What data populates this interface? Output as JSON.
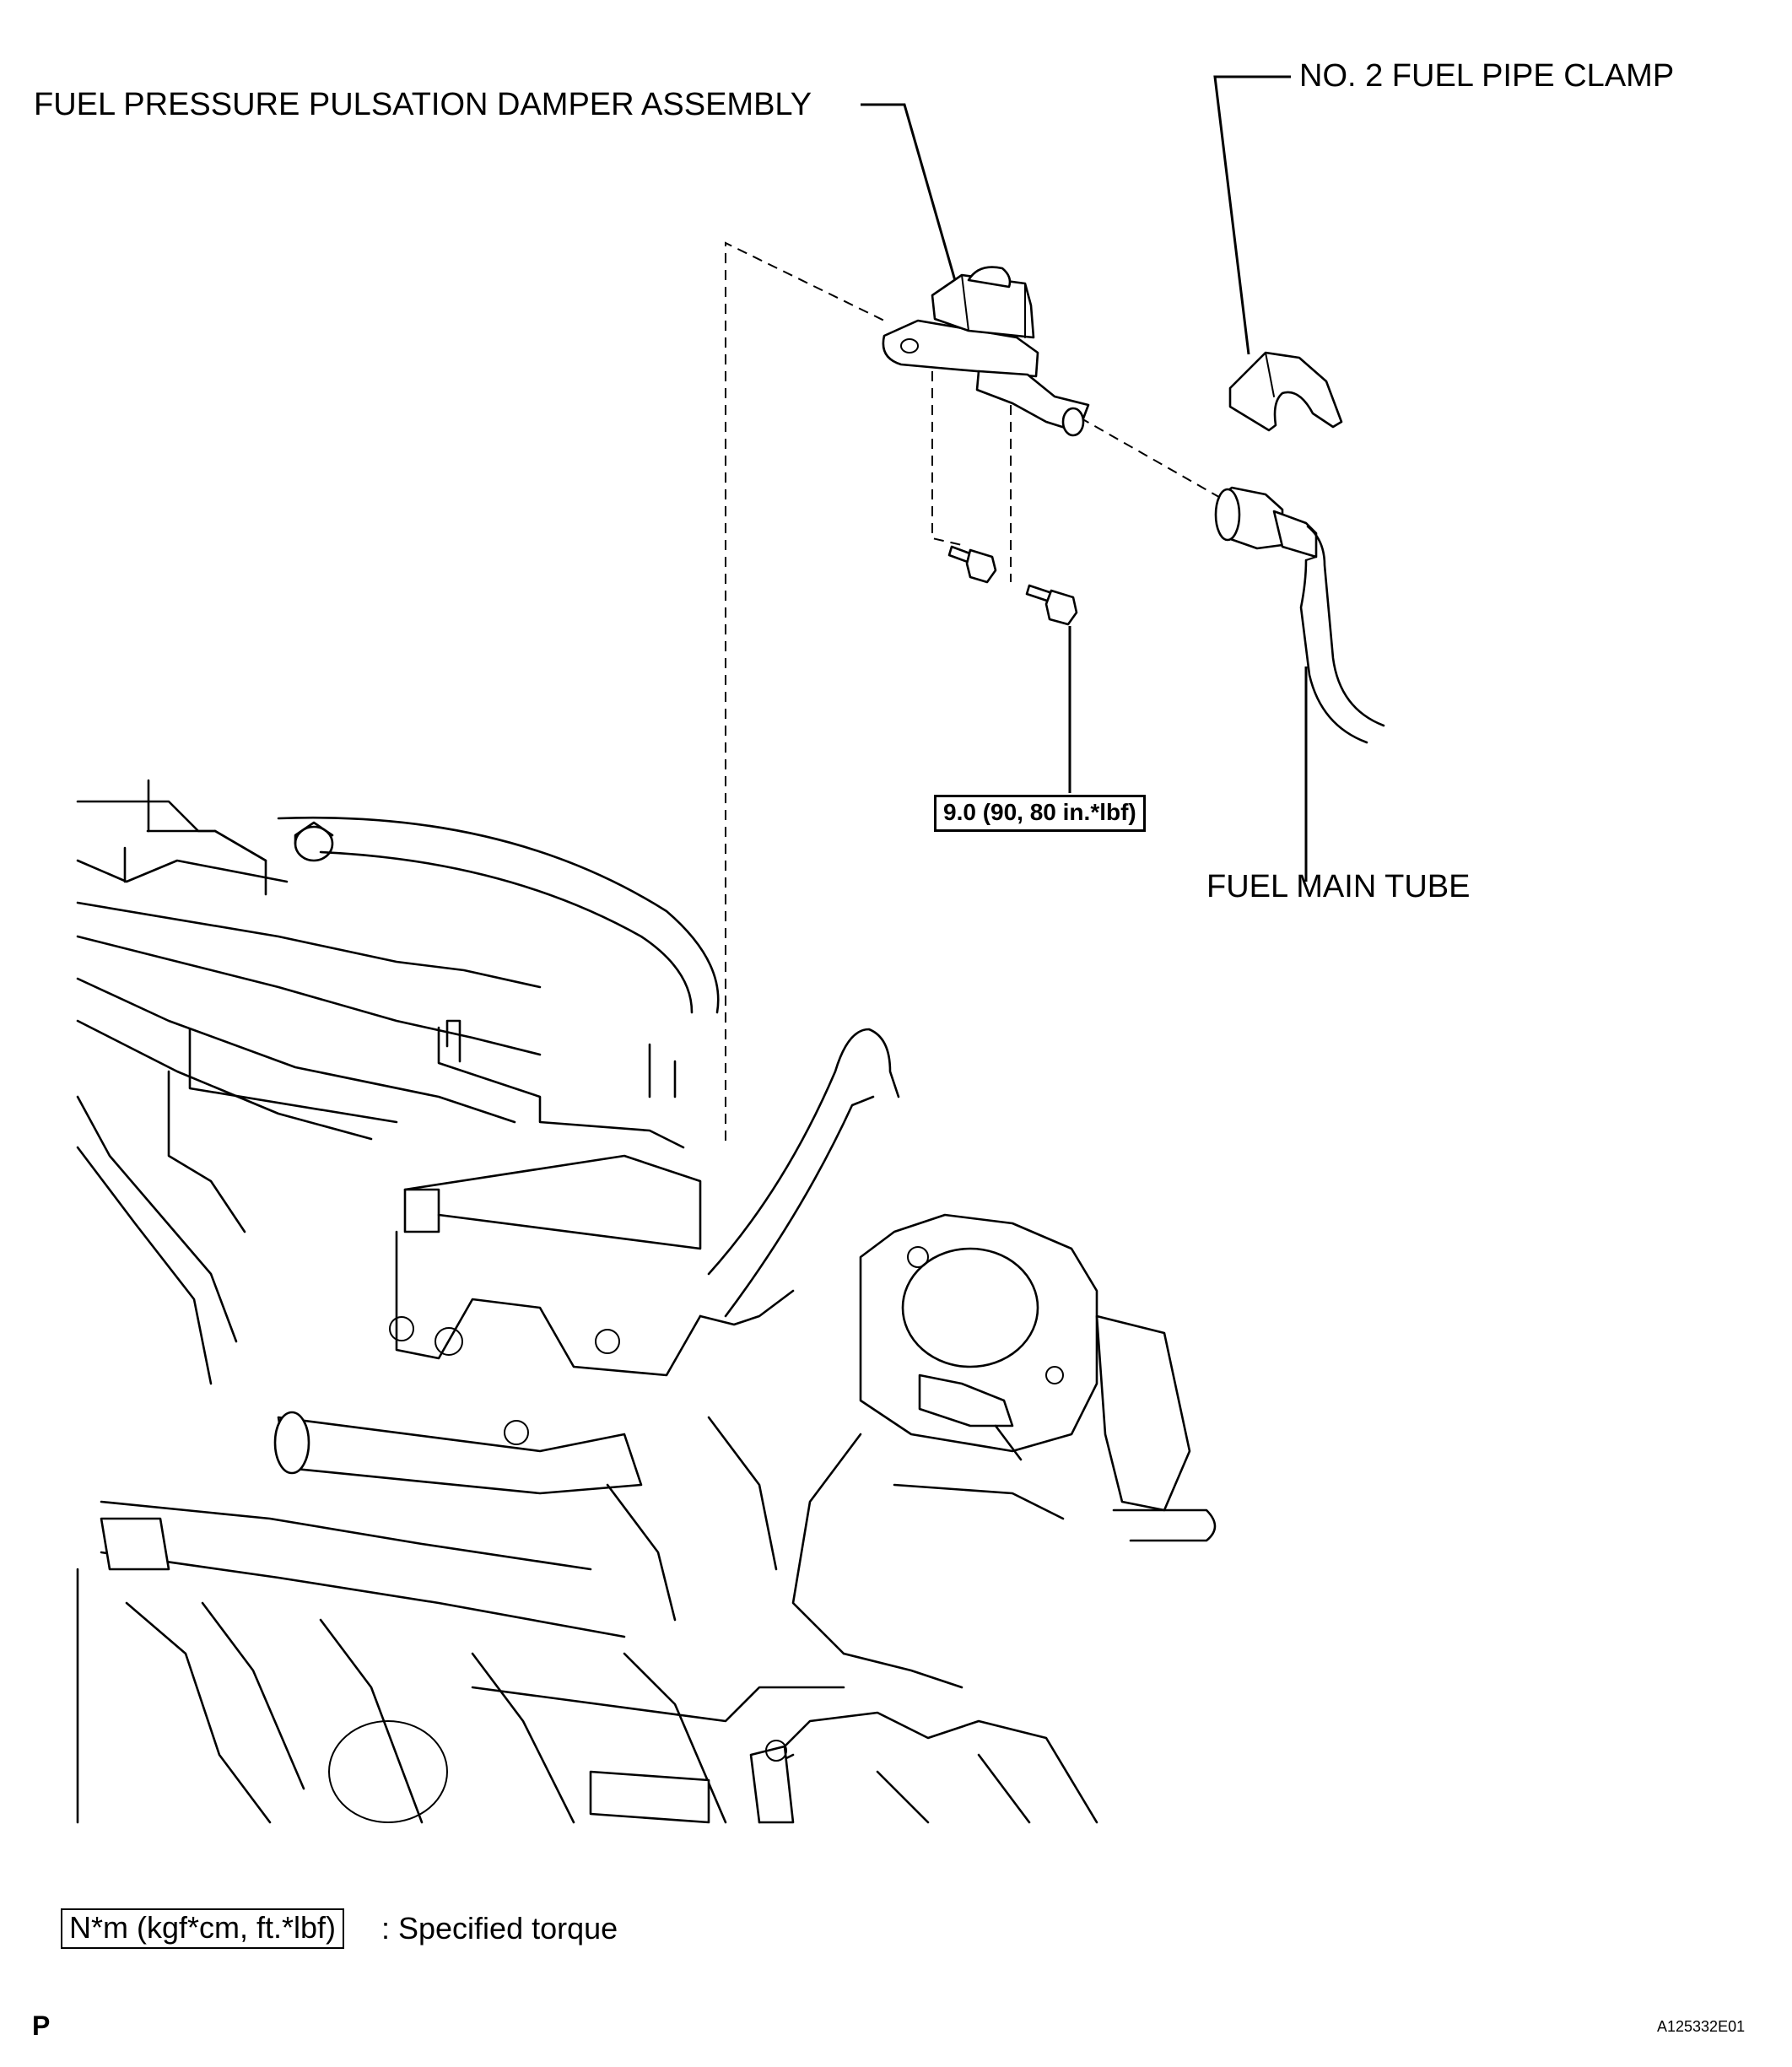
{
  "labels": {
    "damper": "FUEL PRESSURE PULSATION DAMPER ASSEMBLY",
    "clamp": "NO. 2 FUEL PIPE CLAMP",
    "main_tube": "FUEL MAIN TUBE",
    "torque": "9.0 (90, 80 in.*lbf)"
  },
  "legend": {
    "units": "N*m (kgf*cm, ft.*lbf)",
    "description": ": Specified torque"
  },
  "footer": {
    "section_letter": "P",
    "figure_code": "A125332E01"
  }
}
